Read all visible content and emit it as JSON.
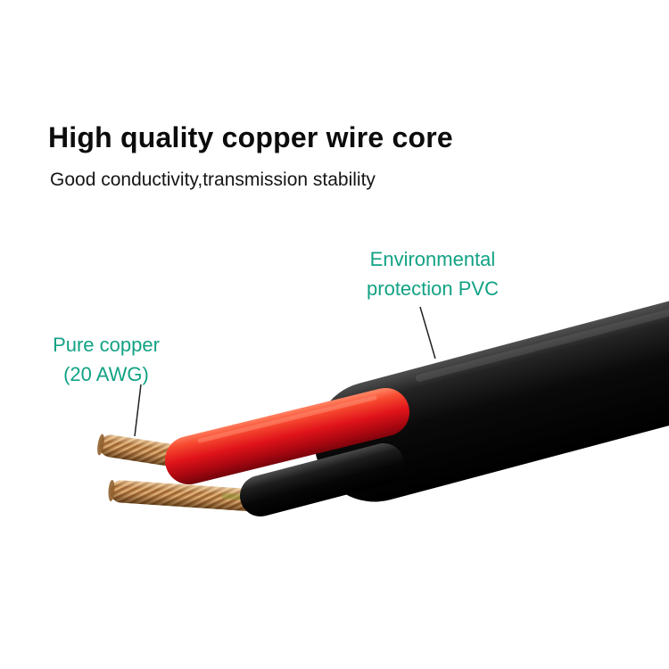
{
  "header": {
    "title": "High quality copper wire core",
    "subtitle": "Good conductivity,transmission stability"
  },
  "labels": {
    "pvc": "Environmental\nprotection PVC",
    "copper": "Pure copper\n(20 AWG)"
  },
  "colors": {
    "label_text": "#12a284",
    "title_text": "#0c0c0c",
    "leader_line": "#222222",
    "pvc_jacket": "#0a0a0a",
    "red_insulation": "#e0131a",
    "black_inner_wire": "#0d0d0d",
    "copper_wire": "#c18a52",
    "background": "#ffffff"
  }
}
